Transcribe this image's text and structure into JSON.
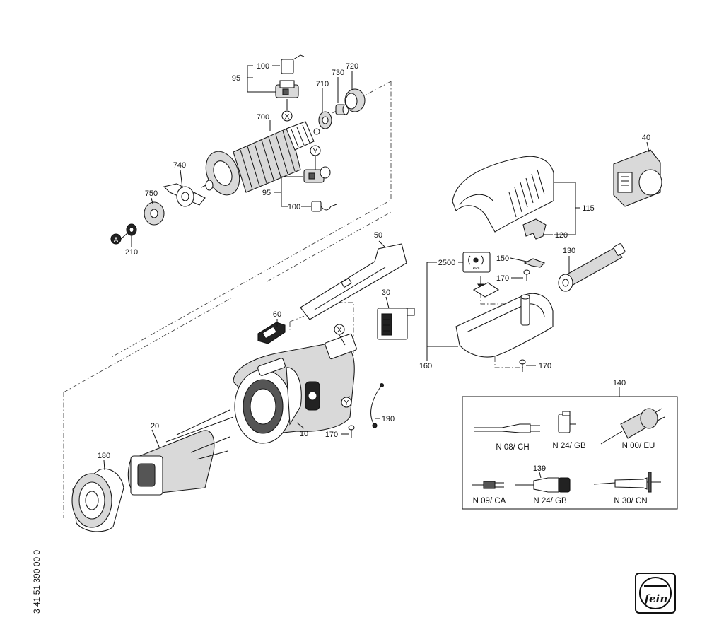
{
  "labels": {
    "p100a": "100",
    "p95a": "95",
    "p730": "730",
    "p720": "720",
    "p710": "710",
    "p700": "700",
    "p740": "740",
    "p750": "750",
    "p210": "210",
    "p95b": "95",
    "p100b": "100",
    "p40": "40",
    "p115": "115",
    "p120": "120",
    "p130": "130",
    "p150": "150",
    "p170a": "170",
    "p2500": "2500",
    "p160": "160",
    "p170b": "170",
    "p50": "50",
    "p60": "60",
    "p30": "30",
    "p190": "190",
    "p170c": "170",
    "p10": "10",
    "p20": "20",
    "p180": "180",
    "p140": "140",
    "p139": "139"
  },
  "markers": {
    "x_top": "X",
    "y_top": "Y",
    "x_mid": "X",
    "y_mid": "Y",
    "a": "A"
  },
  "plugs": {
    "ch": "N 08/ CH",
    "gb1": "N 24/ GB",
    "eu": "N 00/ EU",
    "ca": "N 09/ CA",
    "gb2": "N 24/ GB",
    "cn": "N 30/ CN"
  },
  "module_text": "RRC",
  "doc_number": "3 41 51 390 00 0",
  "logo_text": "fein"
}
